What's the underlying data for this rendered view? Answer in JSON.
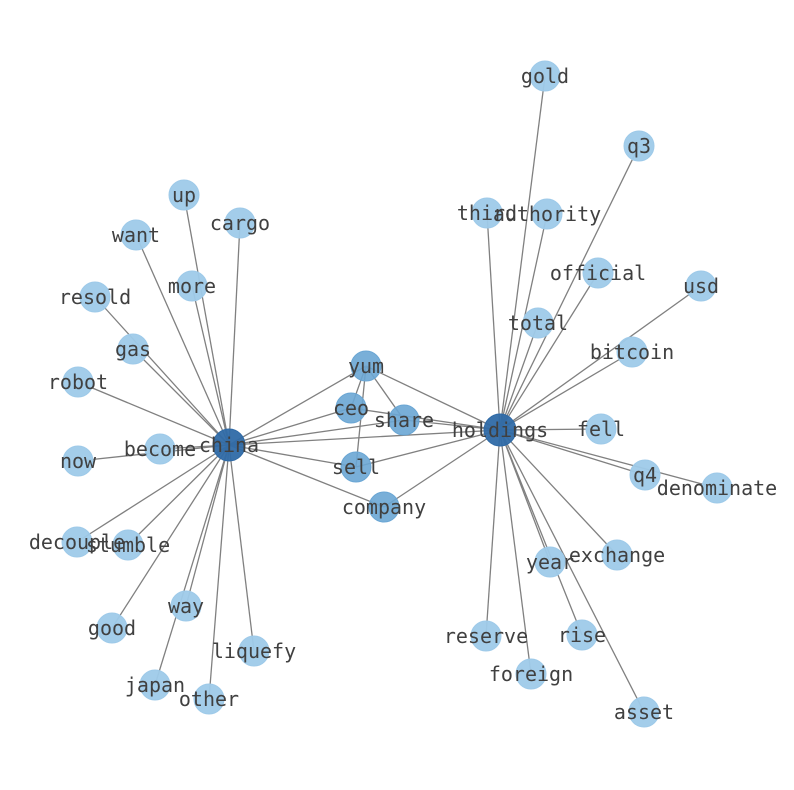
{
  "graph": {
    "colors": {
      "hub": "#2f6aa6",
      "mid": "#6aa6d4",
      "leaf": "#9ecae9",
      "edge": "#808080",
      "label": "#404040"
    },
    "nodes": [
      {
        "id": "china",
        "label": "china",
        "tier": "hub"
      },
      {
        "id": "holdings",
        "label": "holdings",
        "tier": "hub"
      },
      {
        "id": "yum",
        "label": "yum",
        "tier": "mid"
      },
      {
        "id": "ceo",
        "label": "ceo",
        "tier": "mid"
      },
      {
        "id": "share",
        "label": "share",
        "tier": "mid"
      },
      {
        "id": "sell",
        "label": "sell",
        "tier": "mid"
      },
      {
        "id": "company",
        "label": "company",
        "tier": "mid"
      },
      {
        "id": "gold",
        "label": "gold",
        "tier": "leaf"
      },
      {
        "id": "q3",
        "label": "q3",
        "tier": "leaf"
      },
      {
        "id": "third",
        "label": "third",
        "tier": "leaf"
      },
      {
        "id": "authority",
        "label": "authority",
        "tier": "leaf"
      },
      {
        "id": "official",
        "label": "official",
        "tier": "leaf"
      },
      {
        "id": "usd",
        "label": "usd",
        "tier": "leaf"
      },
      {
        "id": "total",
        "label": "total",
        "tier": "leaf"
      },
      {
        "id": "bitcoin",
        "label": "bitcoin",
        "tier": "leaf"
      },
      {
        "id": "fell",
        "label": "fell",
        "tier": "leaf"
      },
      {
        "id": "q4",
        "label": "q4",
        "tier": "leaf"
      },
      {
        "id": "denominate",
        "label": "denominate",
        "tier": "leaf"
      },
      {
        "id": "exchange",
        "label": "exchange",
        "tier": "leaf"
      },
      {
        "id": "year",
        "label": "year",
        "tier": "leaf"
      },
      {
        "id": "rise",
        "label": "rise",
        "tier": "leaf"
      },
      {
        "id": "reserve",
        "label": "reserve",
        "tier": "leaf"
      },
      {
        "id": "foreign",
        "label": "foreign",
        "tier": "leaf"
      },
      {
        "id": "asset",
        "label": "asset",
        "tier": "leaf"
      },
      {
        "id": "up",
        "label": "up",
        "tier": "leaf"
      },
      {
        "id": "cargo",
        "label": "cargo",
        "tier": "leaf"
      },
      {
        "id": "want",
        "label": "want",
        "tier": "leaf"
      },
      {
        "id": "more",
        "label": "more",
        "tier": "leaf"
      },
      {
        "id": "resold",
        "label": "resold",
        "tier": "leaf"
      },
      {
        "id": "gas",
        "label": "gas",
        "tier": "leaf"
      },
      {
        "id": "robot",
        "label": "robot",
        "tier": "leaf"
      },
      {
        "id": "become",
        "label": "become",
        "tier": "leaf"
      },
      {
        "id": "now",
        "label": "now",
        "tier": "leaf"
      },
      {
        "id": "decouple",
        "label": "decouple",
        "tier": "leaf"
      },
      {
        "id": "stumble",
        "label": "stumble",
        "tier": "leaf"
      },
      {
        "id": "way",
        "label": "way",
        "tier": "leaf"
      },
      {
        "id": "good",
        "label": "good",
        "tier": "leaf"
      },
      {
        "id": "liquefy",
        "label": "liquefy",
        "tier": "leaf"
      },
      {
        "id": "japan",
        "label": "japan",
        "tier": "leaf"
      },
      {
        "id": "other",
        "label": "other",
        "tier": "leaf"
      }
    ],
    "edges": [
      [
        "china",
        "up"
      ],
      [
        "china",
        "cargo"
      ],
      [
        "china",
        "want"
      ],
      [
        "china",
        "more"
      ],
      [
        "china",
        "resold"
      ],
      [
        "china",
        "gas"
      ],
      [
        "china",
        "robot"
      ],
      [
        "china",
        "become"
      ],
      [
        "china",
        "now"
      ],
      [
        "china",
        "decouple"
      ],
      [
        "china",
        "stumble"
      ],
      [
        "china",
        "way"
      ],
      [
        "china",
        "good"
      ],
      [
        "china",
        "liquefy"
      ],
      [
        "china",
        "japan"
      ],
      [
        "china",
        "other"
      ],
      [
        "china",
        "yum"
      ],
      [
        "china",
        "ceo"
      ],
      [
        "china",
        "share"
      ],
      [
        "china",
        "sell"
      ],
      [
        "china",
        "company"
      ],
      [
        "china",
        "holdings"
      ],
      [
        "holdings",
        "yum"
      ],
      [
        "holdings",
        "ceo"
      ],
      [
        "holdings",
        "share"
      ],
      [
        "holdings",
        "sell"
      ],
      [
        "holdings",
        "company"
      ],
      [
        "holdings",
        "gold"
      ],
      [
        "holdings",
        "q3"
      ],
      [
        "holdings",
        "third"
      ],
      [
        "holdings",
        "authority"
      ],
      [
        "holdings",
        "official"
      ],
      [
        "holdings",
        "usd"
      ],
      [
        "holdings",
        "total"
      ],
      [
        "holdings",
        "bitcoin"
      ],
      [
        "holdings",
        "fell"
      ],
      [
        "holdings",
        "q4"
      ],
      [
        "holdings",
        "denominate"
      ],
      [
        "holdings",
        "exchange"
      ],
      [
        "holdings",
        "year"
      ],
      [
        "holdings",
        "rise"
      ],
      [
        "holdings",
        "reserve"
      ],
      [
        "holdings",
        "foreign"
      ],
      [
        "holdings",
        "asset"
      ],
      [
        "yum",
        "ceo"
      ],
      [
        "yum",
        "share"
      ],
      [
        "yum",
        "sell"
      ]
    ]
  }
}
